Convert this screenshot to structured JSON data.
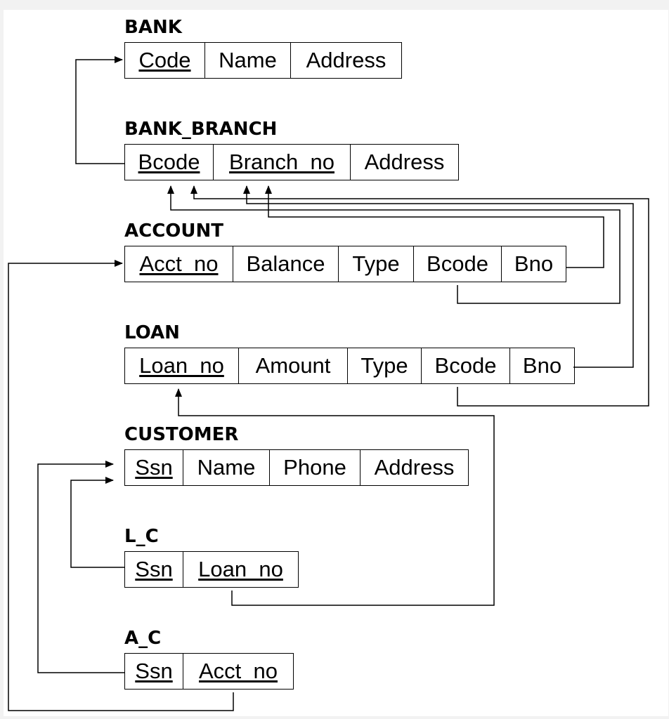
{
  "tables": [
    {
      "id": "bank",
      "name": "BANK",
      "columns": [
        {
          "label": "Code",
          "key": true
        },
        {
          "label": "Name",
          "key": false
        },
        {
          "label": "Address",
          "key": false
        }
      ]
    },
    {
      "id": "bank-branch",
      "name": "BANK_BRANCH",
      "columns": [
        {
          "label": "Bcode",
          "key": true
        },
        {
          "label": "Branch_no",
          "key": true
        },
        {
          "label": "Address",
          "key": false
        }
      ]
    },
    {
      "id": "account",
      "name": "ACCOUNT",
      "columns": [
        {
          "label": "Acct_no",
          "key": true
        },
        {
          "label": "Balance",
          "key": false
        },
        {
          "label": "Type",
          "key": false
        },
        {
          "label": "Bcode",
          "key": false
        },
        {
          "label": "Bno",
          "key": false
        }
      ]
    },
    {
      "id": "loan",
      "name": "LOAN",
      "columns": [
        {
          "label": "Loan_no",
          "key": true
        },
        {
          "label": "Amount",
          "key": false
        },
        {
          "label": "Type",
          "key": false
        },
        {
          "label": "Bcode",
          "key": false
        },
        {
          "label": "Bno",
          "key": false
        }
      ]
    },
    {
      "id": "customer",
      "name": "CUSTOMER",
      "columns": [
        {
          "label": "Ssn",
          "key": true
        },
        {
          "label": "Name",
          "key": false
        },
        {
          "label": "Phone",
          "key": false
        },
        {
          "label": "Address",
          "key": false
        }
      ]
    },
    {
      "id": "l-c",
      "name": "L_C",
      "columns": [
        {
          "label": "Ssn",
          "key": true
        },
        {
          "label": "Loan_no",
          "key": true
        }
      ]
    },
    {
      "id": "a-c",
      "name": "A_C",
      "columns": [
        {
          "label": "Ssn",
          "key": true
        },
        {
          "label": "Acct_no",
          "key": true
        }
      ]
    }
  ]
}
